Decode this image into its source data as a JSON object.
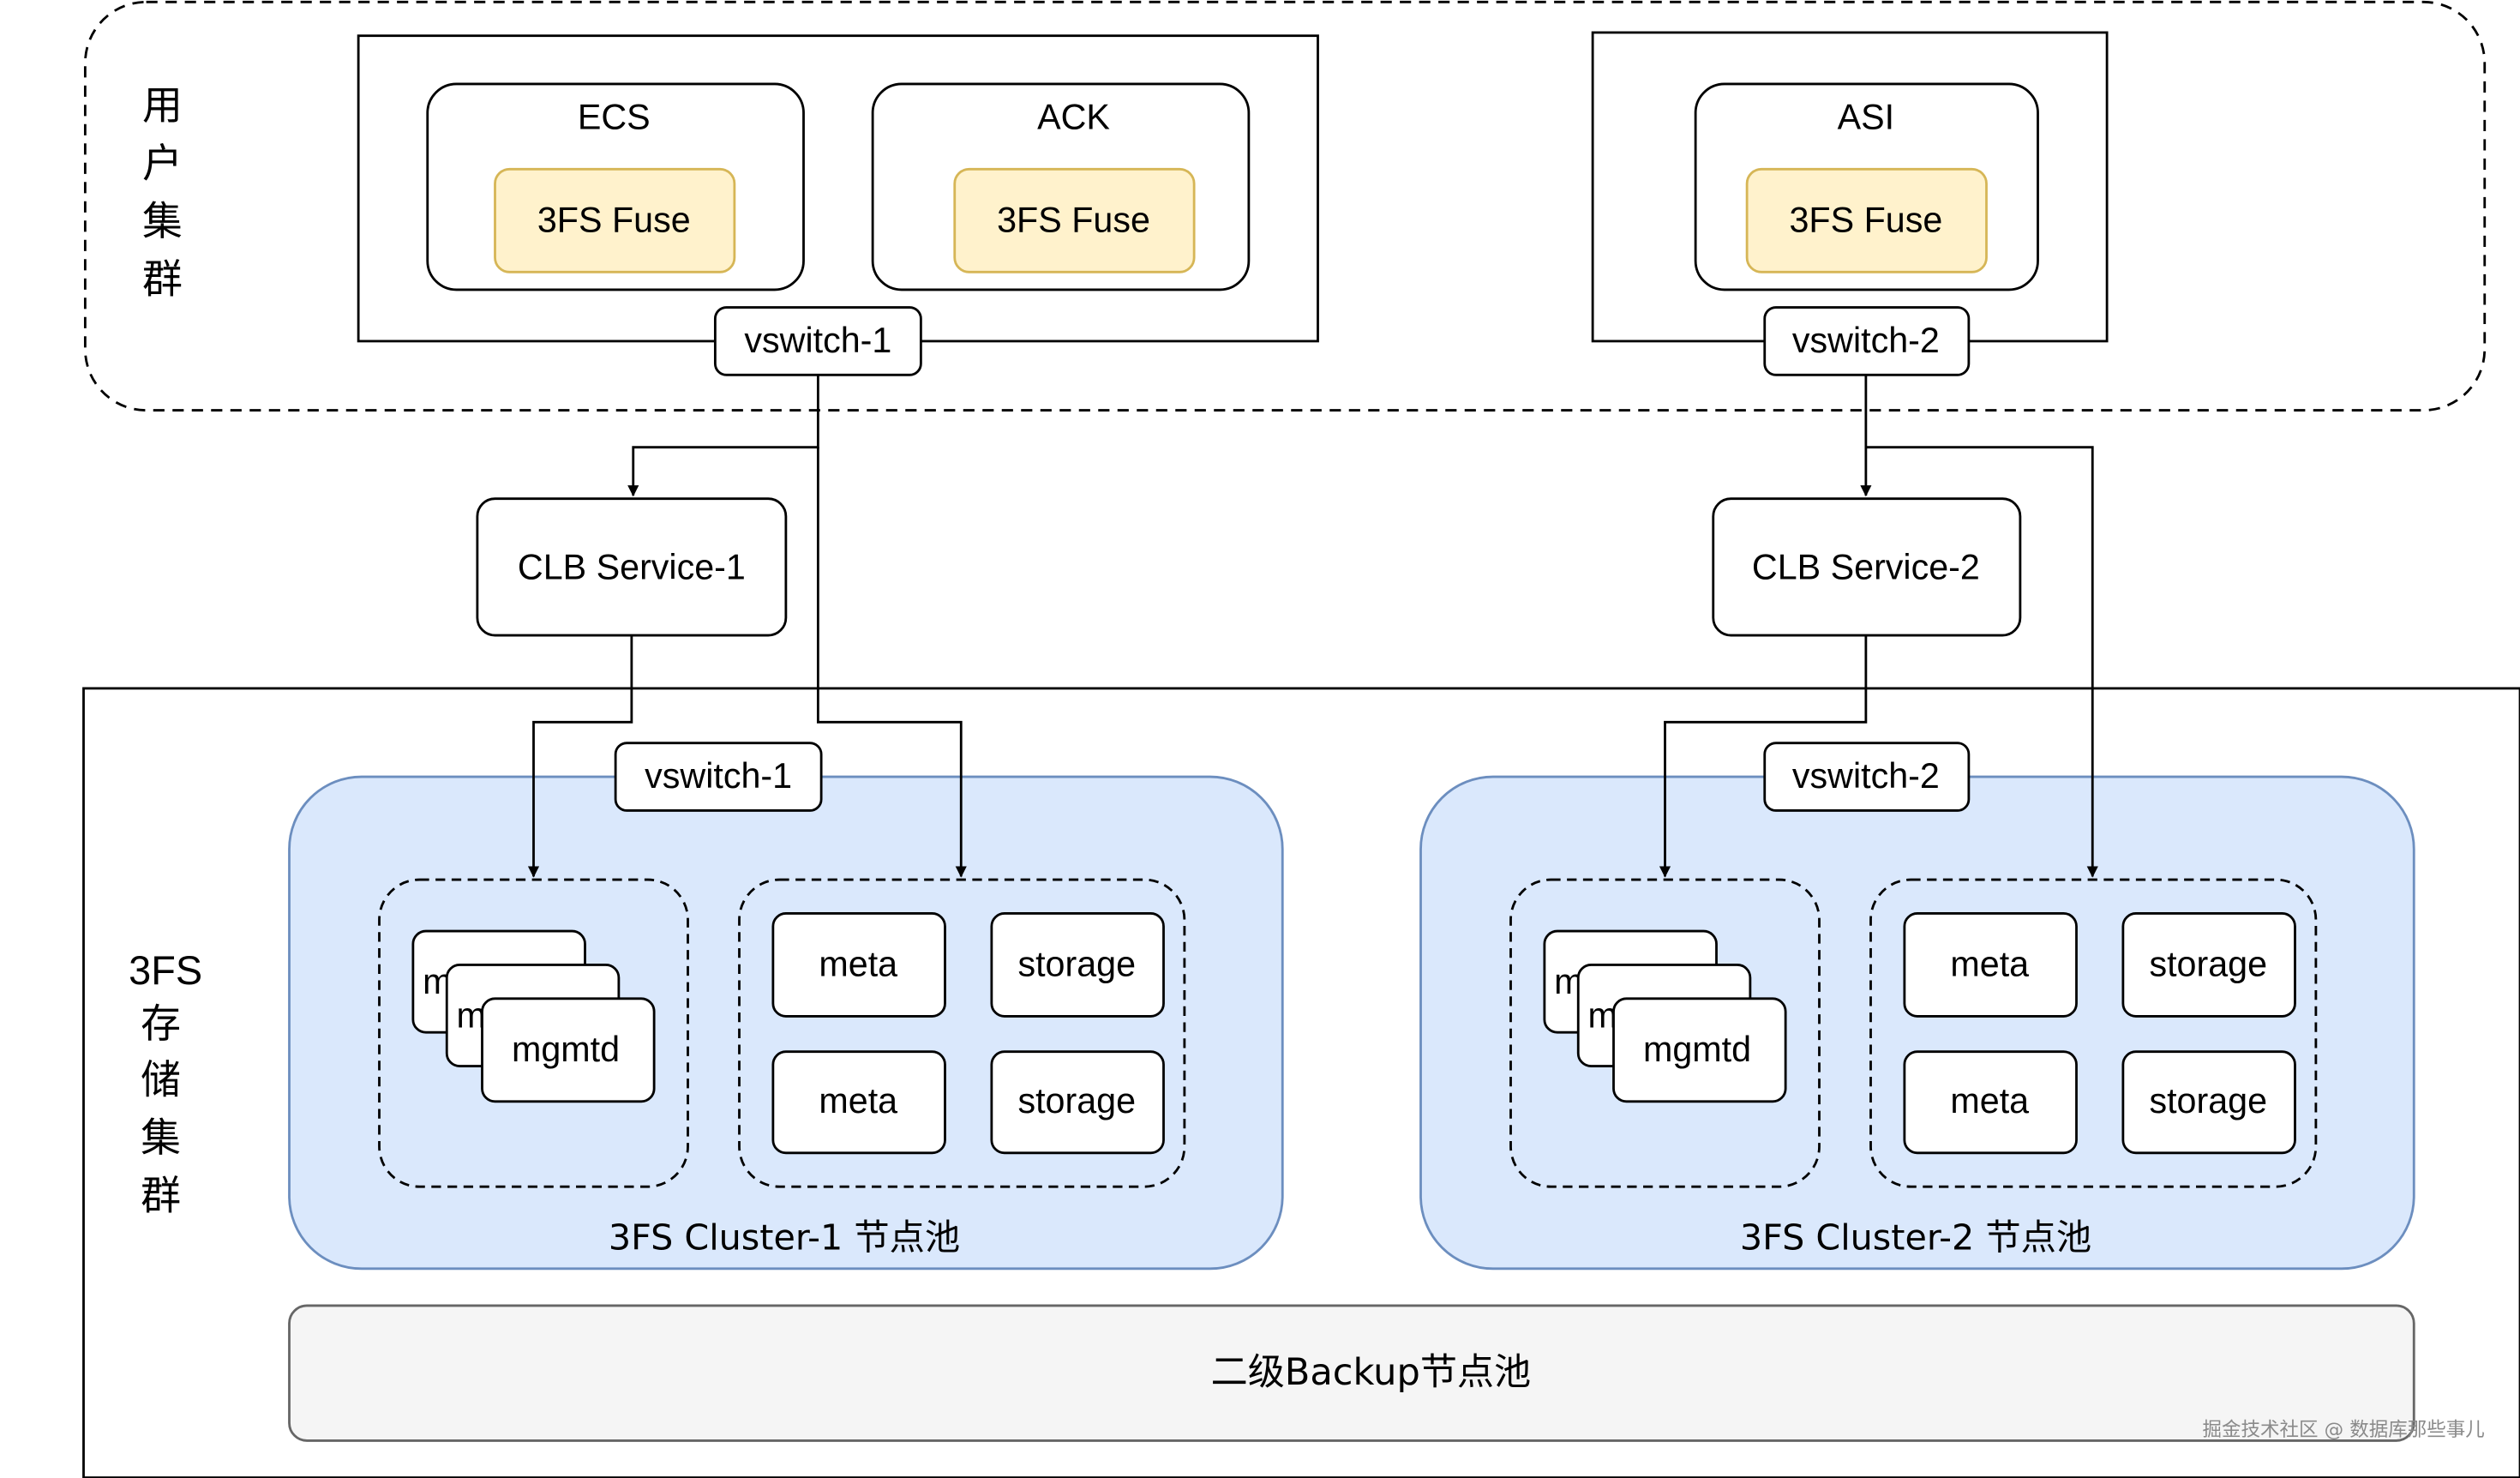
{
  "user_cluster": {
    "label_chars": [
      "用",
      "户",
      "集",
      "群"
    ]
  },
  "storage_cluster": {
    "label_lines": [
      "3FS",
      "存",
      "储",
      "集",
      "群"
    ]
  },
  "group_left": {
    "ecs": {
      "title": "ECS",
      "fuse": "3FS Fuse"
    },
    "ack": {
      "title": "ACK",
      "fuse": "3FS Fuse"
    },
    "vswitch": "vswitch-1"
  },
  "group_right": {
    "asi": {
      "title": "ASI",
      "fuse": "3FS Fuse"
    },
    "vswitch": "vswitch-2"
  },
  "clb": {
    "left": "CLB Service-1",
    "right": "CLB Service-2"
  },
  "cluster1": {
    "vswitch": "vswitch-1",
    "mgmtd_stack": [
      "m",
      "m",
      "mgmtd"
    ],
    "nodes": [
      "meta",
      "storage",
      "meta",
      "storage"
    ],
    "caption": "3FS Cluster-1 节点池"
  },
  "cluster2": {
    "vswitch": "vswitch-2",
    "mgmtd_stack": [
      "m",
      "m",
      "mgmtd"
    ],
    "nodes": [
      "meta",
      "storage",
      "meta",
      "storage"
    ],
    "caption": "3FS Cluster-2 节点池"
  },
  "backup_pool": "二级Backup节点池",
  "watermark": "掘金技术社区 @ 数据库那些事儿",
  "colors": {
    "fuse_fill": "#fff2cc",
    "fuse_stroke": "#d6b656",
    "cluster_fill": "#dae8fc",
    "cluster_stroke": "#6c8ebf",
    "backup_fill": "#f5f5f5",
    "backup_stroke": "#666666"
  }
}
